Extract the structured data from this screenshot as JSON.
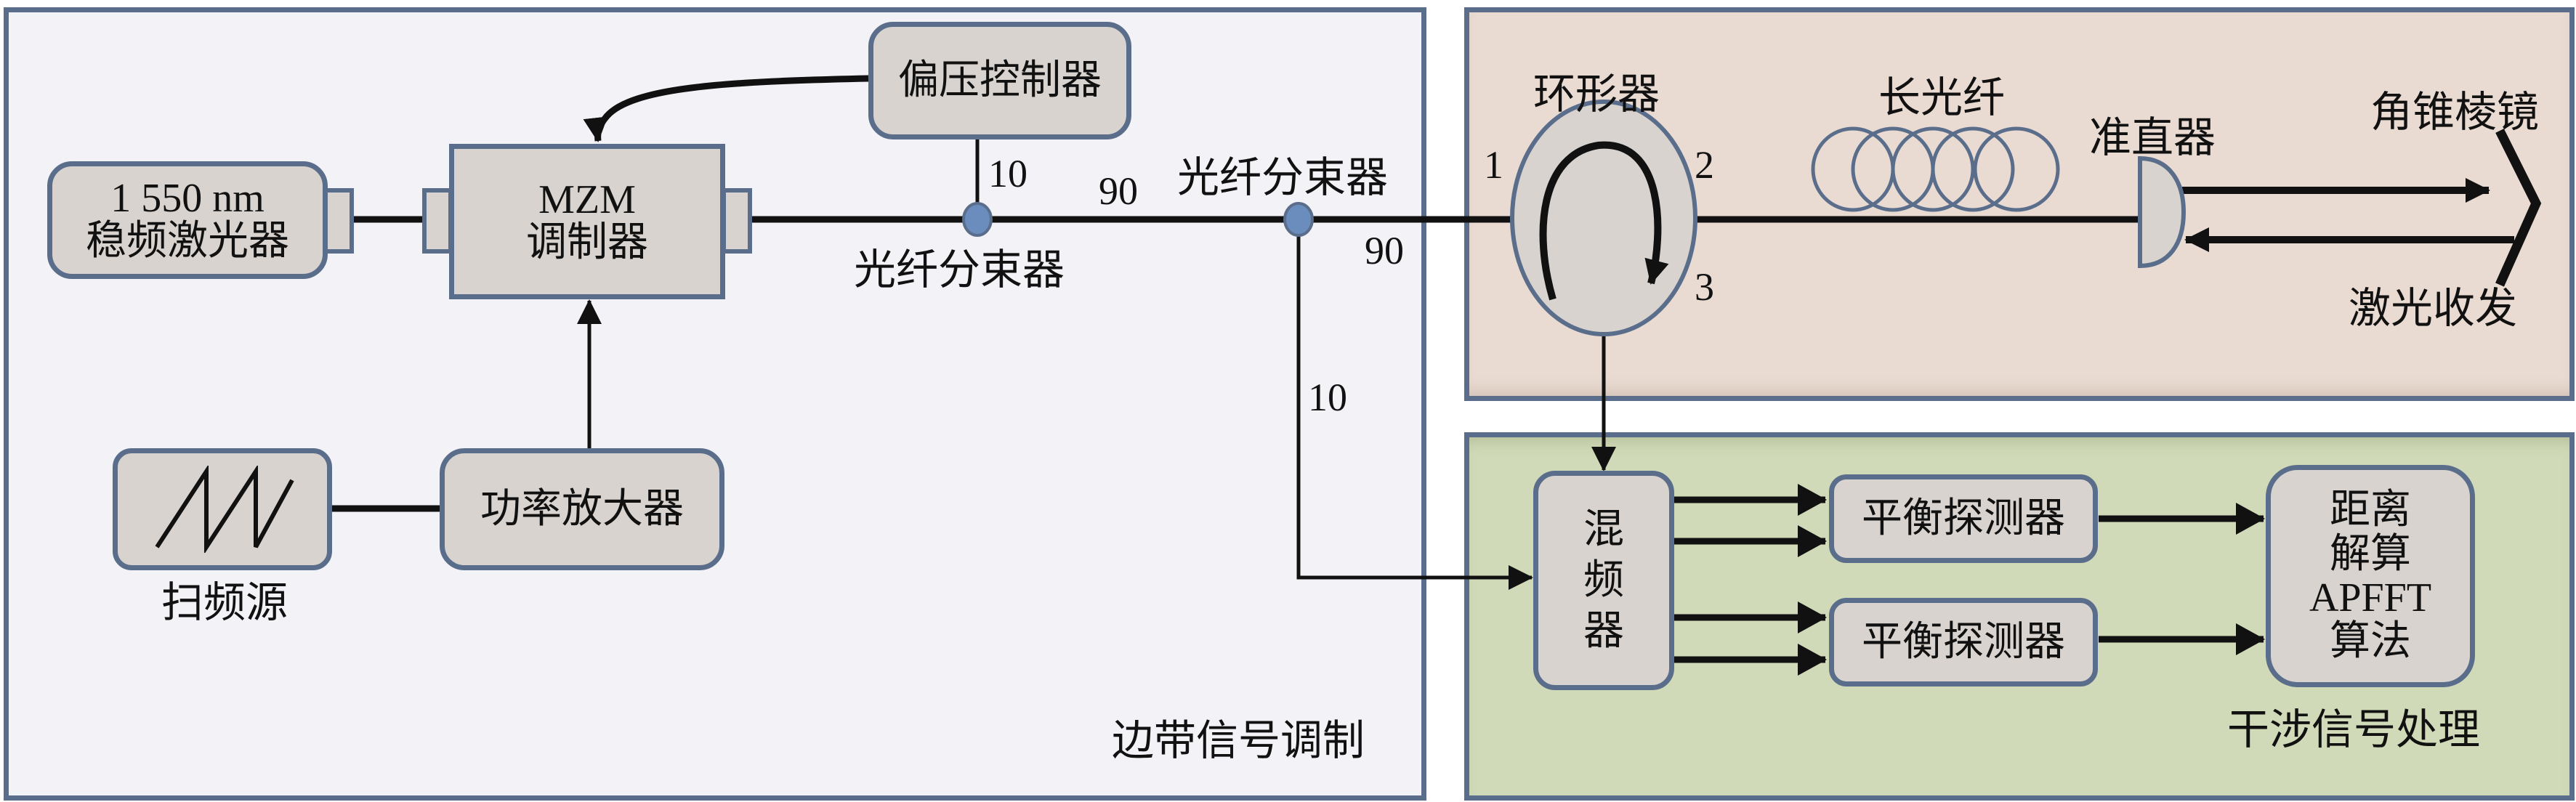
{
  "colors": {
    "panel_border": "#5a6e8c",
    "modulation_panel_bg": "#f2f2f7",
    "optical_panel_bg": "#e9dbd2",
    "processing_panel_bg": "#d1dab8",
    "component_fill": "#d8d3ce",
    "splitter_node": "#6a8dbd",
    "wire": "#111111"
  },
  "panels": {
    "modulation": {
      "title": "边带信号调制"
    },
    "optical": {
      "title": ""
    },
    "processing": {
      "title": "干涉信号处理"
    }
  },
  "modulation": {
    "laser": {
      "line1": "1 550 nm",
      "line2": "稳频激光器"
    },
    "mzm": {
      "line1": "MZM",
      "line2": "调制器"
    },
    "bias_controller": {
      "label": "偏压控制器"
    },
    "sweep_source": {
      "label": "扫频源",
      "icon": "sawtooth-wave-icon"
    },
    "power_amplifier": {
      "label": "功率放大器"
    },
    "splitter1": {
      "label": "光纤分束器",
      "port_tap": "10",
      "port_through": "90"
    },
    "splitter2": {
      "label": "光纤分束器",
      "port_through": "90",
      "port_tap": "10"
    }
  },
  "optical": {
    "circulator": {
      "label": "环形器",
      "port1": "1",
      "port2": "2",
      "port3": "3",
      "icon": "clockwise-arrow-icon"
    },
    "long_fiber": {
      "label": "长光纤",
      "icon": "fiber-coil-icon"
    },
    "collimator": {
      "label": "准直器"
    },
    "corner_cube": {
      "label": "角锥棱镜"
    },
    "transceiver": {
      "label": "激光收发"
    }
  },
  "processing": {
    "mixer": {
      "chars": [
        "混",
        "频",
        "器"
      ]
    },
    "balanced_detectors": [
      {
        "label": "平衡探测器"
      },
      {
        "label": "平衡探测器"
      }
    ],
    "range_solver": {
      "lines": [
        "距离",
        "解算",
        "APFFT",
        "算法"
      ]
    }
  }
}
